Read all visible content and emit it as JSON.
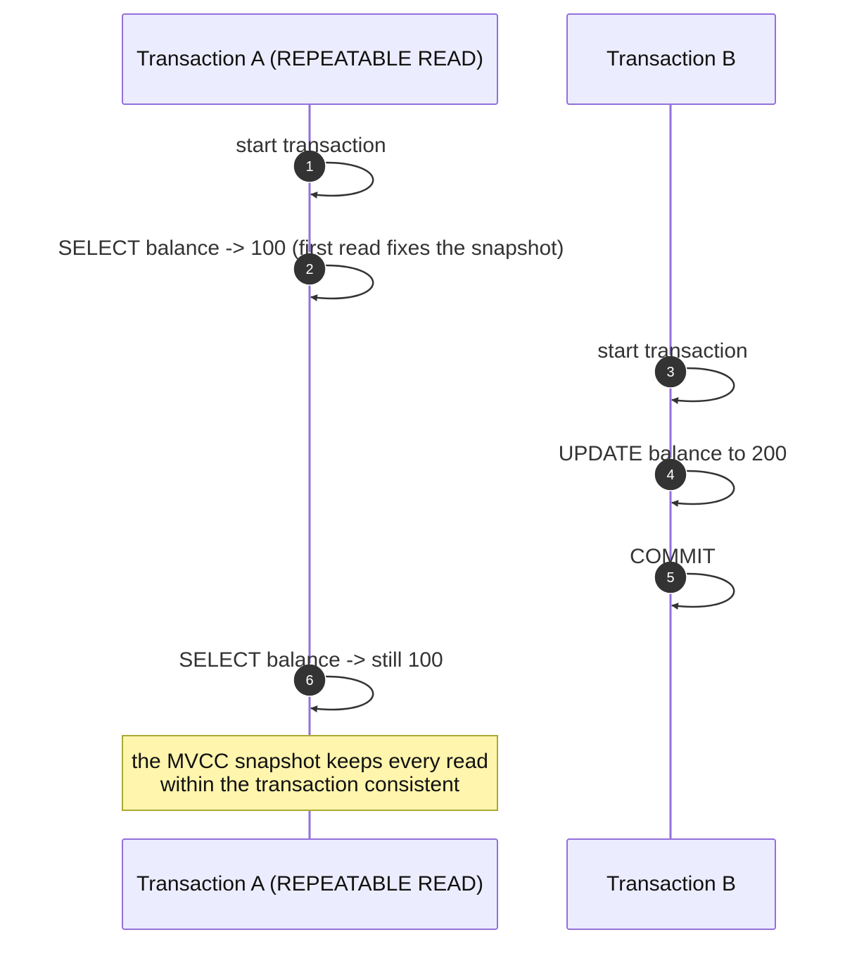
{
  "actors": [
    {
      "id": "a",
      "label": "Transaction A (REPEATABLE READ)"
    },
    {
      "id": "b",
      "label": "Transaction B"
    }
  ],
  "messages": [
    {
      "seq": "1",
      "actor": "a",
      "label": "start transaction"
    },
    {
      "seq": "2",
      "actor": "a",
      "label": "SELECT balance -> 100 (first read fixes the snapshot)"
    },
    {
      "seq": "3",
      "actor": "b",
      "label": "start transaction"
    },
    {
      "seq": "4",
      "actor": "b",
      "label": "UPDATE balance to 200"
    },
    {
      "seq": "5",
      "actor": "b",
      "label": "COMMIT"
    },
    {
      "seq": "6",
      "actor": "a",
      "label": "SELECT balance -> still 100"
    }
  ],
  "note": {
    "over": "a",
    "lines": [
      "the MVCC snapshot keeps every read",
      "within the transaction consistent"
    ]
  },
  "colors": {
    "actor_fill": "#ececff",
    "actor_border": "#9370db",
    "lifeline": "#9370db",
    "note_fill": "#fff5ad",
    "note_border": "#aaaa33",
    "arrow": "#333333",
    "badge": "#333333"
  }
}
